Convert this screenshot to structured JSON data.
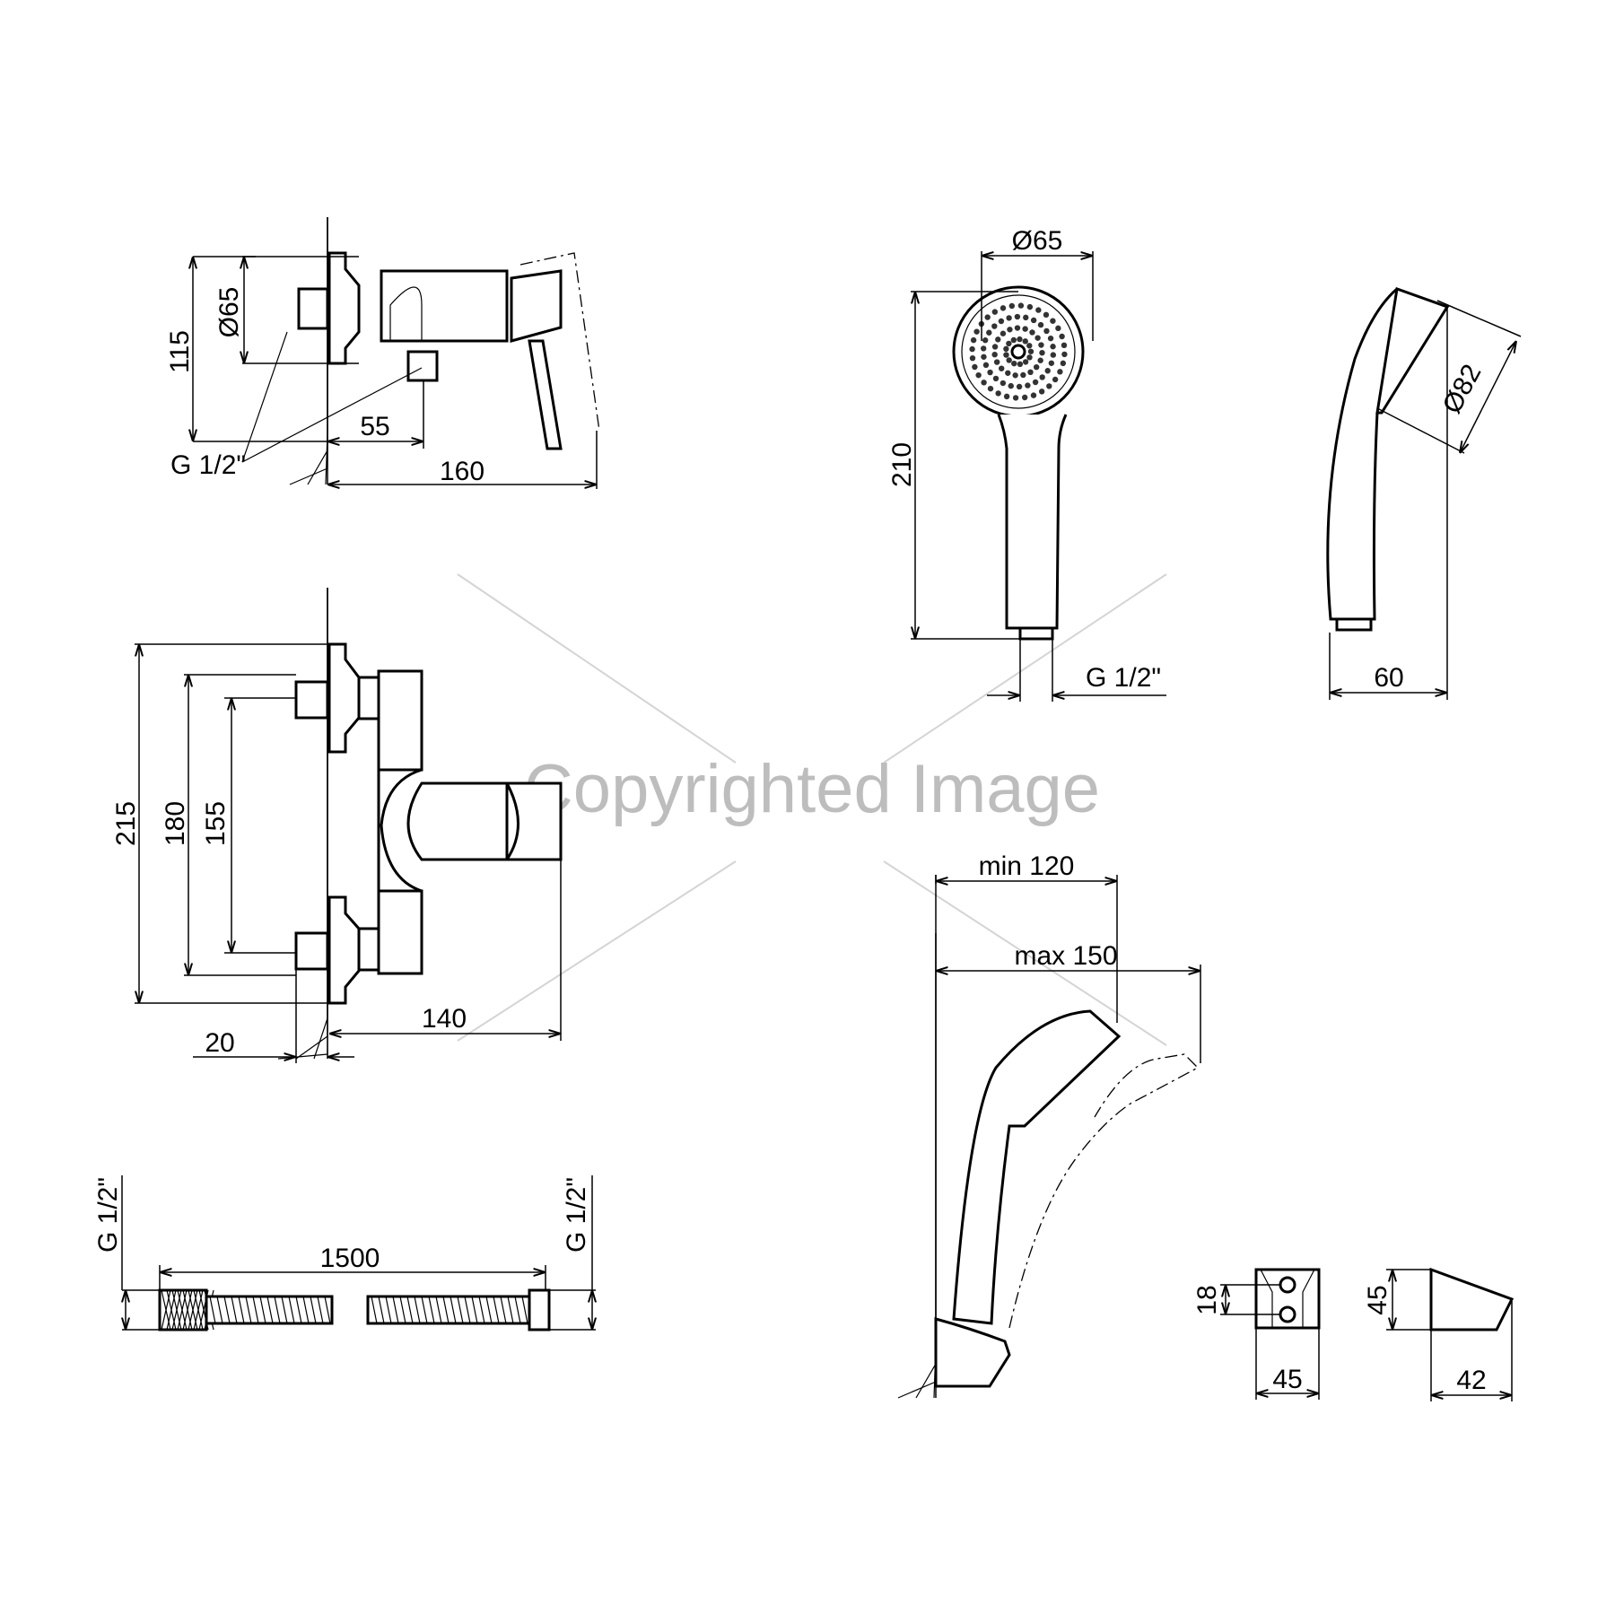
{
  "watermark": "Copyrighted Image",
  "mixer_side_view": {
    "diameter": "Ø65",
    "height": "115",
    "outlet_offset": "55",
    "length": "160",
    "thread": "G 1/2\""
  },
  "mixer_front_view": {
    "total_height": "215",
    "eccentric_max": "180",
    "eccentric_min": "155",
    "depth": "140",
    "wall_gap": "20"
  },
  "hand_shower_front": {
    "diameter": "Ø65",
    "length": "210",
    "thread": "G 1/2\""
  },
  "hand_shower_side": {
    "diameter": "Ø82",
    "width": "60"
  },
  "holder_mount": {
    "min_projection": "min 120",
    "max_projection": "max 150"
  },
  "holder_detail": {
    "hole_spacing": "18",
    "front_width": "45",
    "side_height": "45",
    "side_depth": "42"
  },
  "hose": {
    "length": "1500",
    "thread_left": "G 1/2\"",
    "thread_right": "G 1/2\""
  }
}
